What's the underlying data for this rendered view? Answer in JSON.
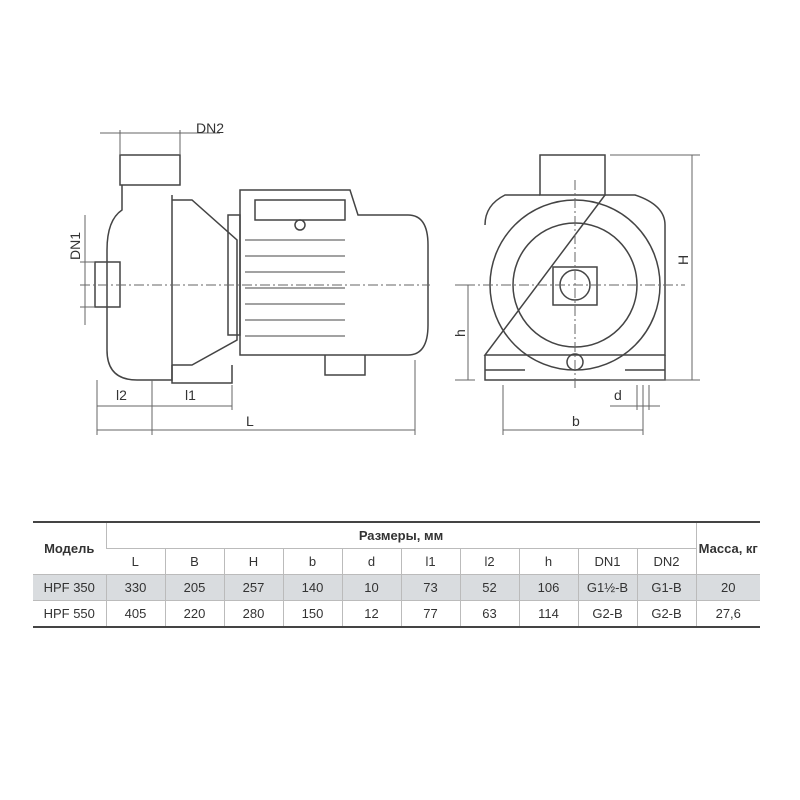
{
  "drawing": {
    "side_view": {
      "labels": {
        "dn2": "DN2",
        "dn1": "DN1",
        "l2": "l2",
        "l1": "l1",
        "L": "L"
      }
    },
    "front_view": {
      "labels": {
        "H": "H",
        "h": "h",
        "b": "b",
        "d": "d"
      }
    }
  },
  "table": {
    "model_header": "Модель",
    "dimensions_header": "Размеры, мм",
    "mass_header": "Масса, кг",
    "columns": [
      "L",
      "B",
      "H",
      "b",
      "d",
      "l1",
      "l2",
      "h",
      "DN1",
      "DN2"
    ],
    "rows": [
      {
        "model": "HPF 350",
        "values": [
          "330",
          "205",
          "257",
          "140",
          "10",
          "73",
          "52",
          "106",
          "G1½-B",
          "G1-B"
        ],
        "mass": "20"
      },
      {
        "model": "HPF 550",
        "values": [
          "405",
          "220",
          "280",
          "150",
          "12",
          "77",
          "63",
          "114",
          "G2-B",
          "G2-B"
        ],
        "mass": "27,6"
      }
    ]
  }
}
